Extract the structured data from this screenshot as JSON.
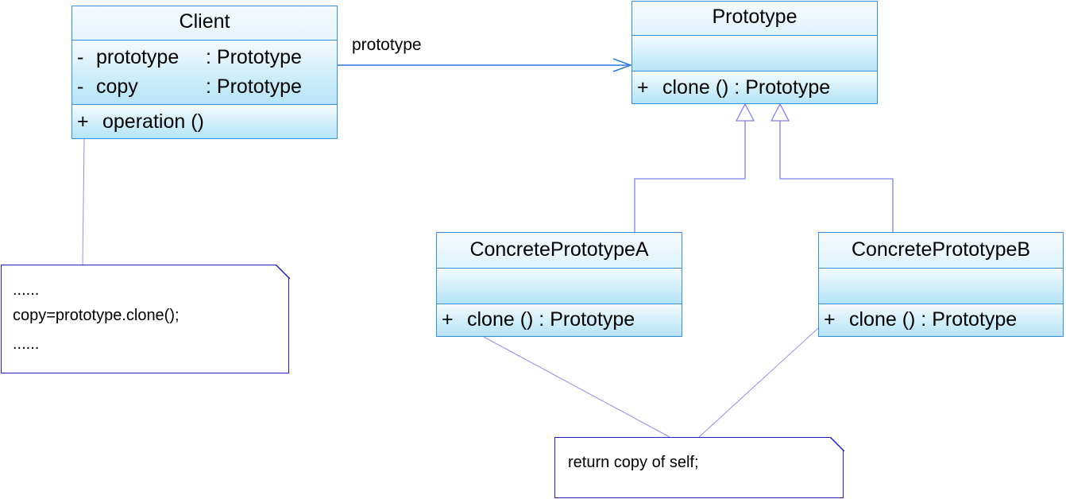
{
  "diagram": {
    "classes": {
      "client": {
        "name": "Client",
        "attributes": [
          {
            "visibility": "-",
            "name": "prototype",
            "type": ": Prototype"
          },
          {
            "visibility": "-",
            "name": "copy",
            "type": ": Prototype"
          }
        ],
        "operations": [
          {
            "visibility": "+",
            "signature": "operation ()"
          }
        ]
      },
      "prototype": {
        "name": "Prototype",
        "operations": [
          {
            "visibility": "+",
            "signature": "clone ()  : Prototype"
          }
        ]
      },
      "concrete_a": {
        "name": "ConcretePrototypeA",
        "operations": [
          {
            "visibility": "+",
            "signature": "clone ()  : Prototype"
          }
        ]
      },
      "concrete_b": {
        "name": "ConcretePrototypeB",
        "operations": [
          {
            "visibility": "+",
            "signature": "clone ()  : Prototype"
          }
        ]
      }
    },
    "association_label": "prototype",
    "notes": {
      "client_note": {
        "lines": [
          "......",
          "copy=prototype.clone();",
          "......"
        ]
      },
      "concrete_note": {
        "lines": [
          "return copy of self;"
        ]
      }
    }
  },
  "colors": {
    "class_border": "#3b8fe0",
    "class_fill_top": "#f6fbfe",
    "class_fill_bottom": "#b6e4f7",
    "generalization": "#8080f0",
    "association": "#2a78d8",
    "note_border": "#1e1ec8",
    "note_link": "#9090e8"
  }
}
